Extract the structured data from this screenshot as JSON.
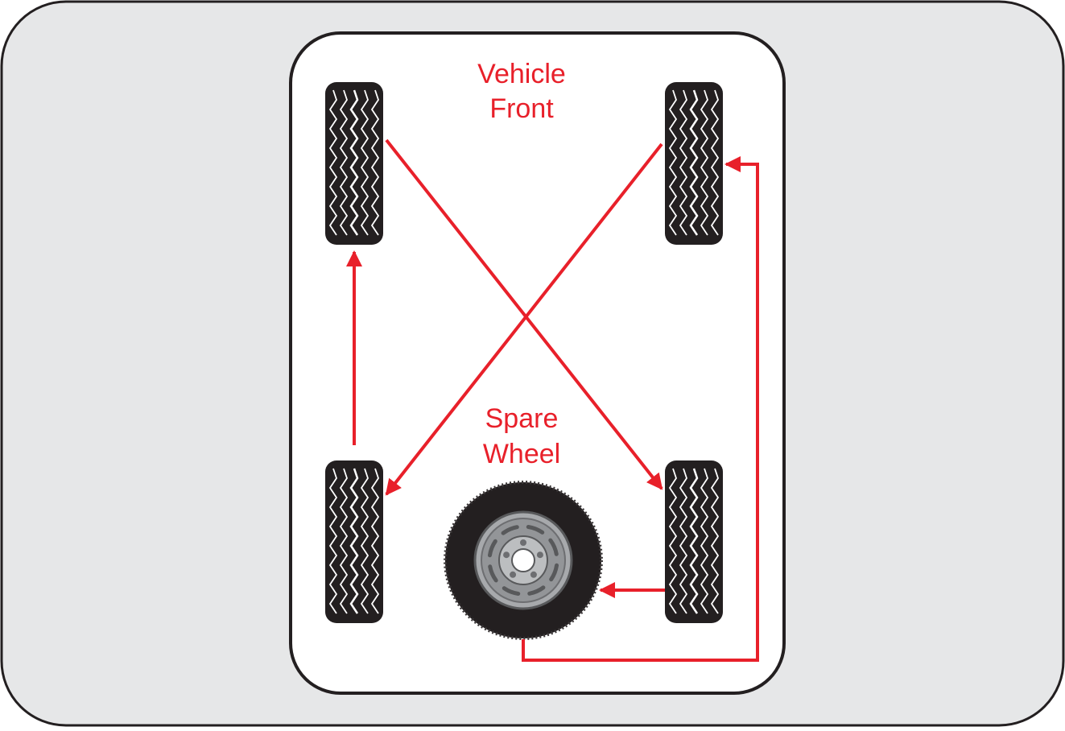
{
  "colors": {
    "arrow": "#e8202a",
    "label": "#e8202a",
    "background": "#e6e7e8",
    "vehicle_body": "#ffffff",
    "outline": "#231f20",
    "tire": "#231f20",
    "rim": "#8a8c8e"
  },
  "labels": {
    "front_line1": "Vehicle",
    "front_line2": "Front",
    "spare_line1": "Spare",
    "spare_line2": "Wheel"
  },
  "wheels": [
    "front-left",
    "front-right",
    "rear-left",
    "rear-right",
    "spare"
  ],
  "rotation": [
    {
      "from": "front-left",
      "to": "rear-right",
      "shape": "diagonal"
    },
    {
      "from": "front-right",
      "to": "rear-left",
      "shape": "diagonal"
    },
    {
      "from": "rear-left",
      "to": "front-left",
      "shape": "straight"
    },
    {
      "from": "rear-right",
      "to": "spare",
      "shape": "straight"
    },
    {
      "from": "spare",
      "to": "front-right",
      "shape": "routed"
    }
  ]
}
